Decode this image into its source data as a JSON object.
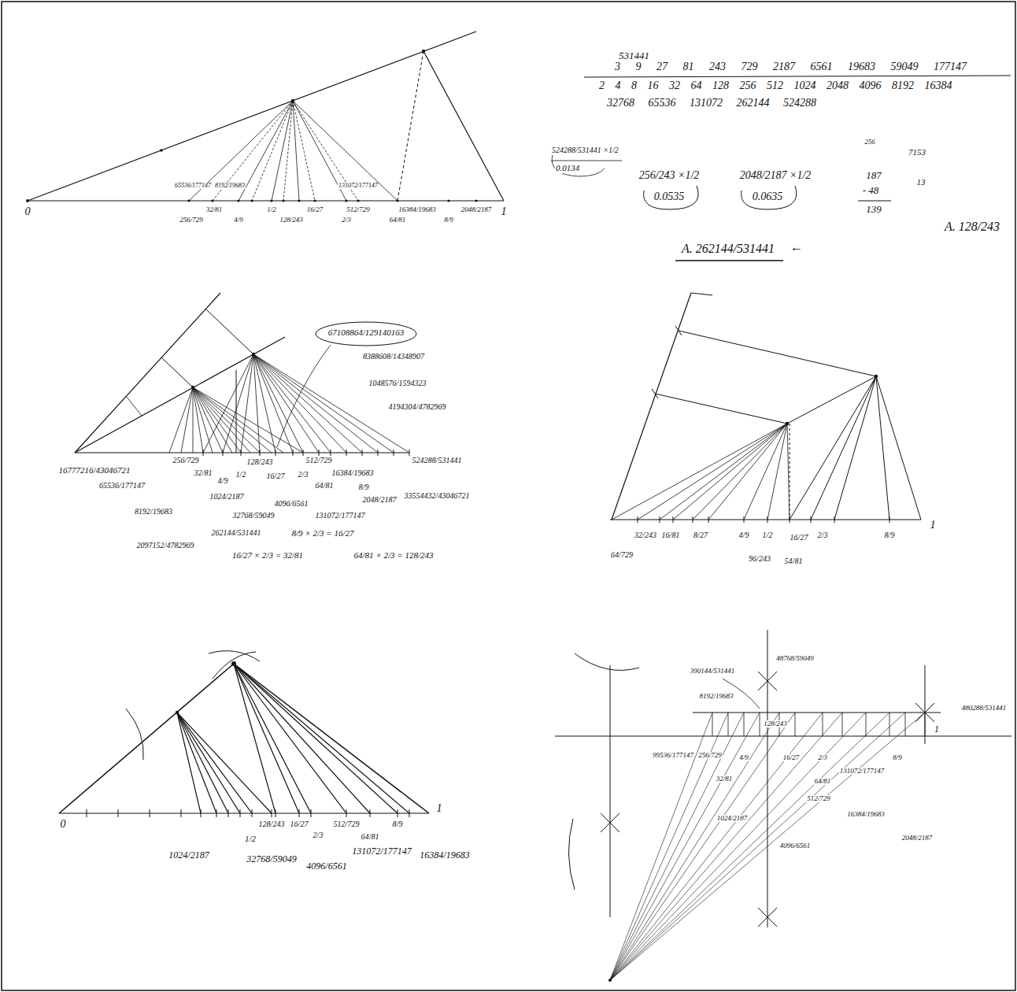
{
  "diagram": {
    "labels": [
      "0",
      "1",
      "65536/177147",
      "8192/19683",
      "131072/177147",
      "256/729",
      "32/81",
      "4/9",
      "1/2",
      "128/243",
      "16/27",
      "2/3",
      "512/729",
      "64/81",
      "16384/19683",
      "8/9",
      "2048/2187",
      "531441",
      "3 9 27 81 243 729 2187 6561 19683 59049 177147",
      "2 4 8 16 32 64 128 256 512 1024 2048 4096 8192 16384",
      "32768 65536 131072 262144 524288",
      "524288/531441 ×1/2",
      "0.0134",
      "256/243 ×1/2",
      "0.0535",
      "2048/2187 ×1/2",
      "0.0635",
      "256",
      "7153",
      "187",
      "- 48",
      "139",
      "13",
      "A. 128/243",
      "←",
      "A. 262144/531441",
      "16777216/43046721",
      "67108864/129140163",
      "8388608/14348907",
      "1048576/1594323",
      "4194304/4782969",
      "524288/531441",
      "33554432/43046721",
      "256/729",
      "32/81",
      "4/9",
      "1024/2187",
      "1/2",
      "128/243",
      "16/27",
      "2/3",
      "512/729",
      "64/81",
      "16384/19683",
      "8/9",
      "2048/2187",
      "65536/177147",
      "8192/19683",
      "2097152/4782969",
      "32768/59049",
      "4096/6561",
      "131072/177147",
      "262144/531441",
      "8/9 × 2/3 = 16/27",
      "16/27 × 2/3 = 32/81",
      "64/81 × 2/3 = 128/243",
      "64/729",
      "32/243",
      "16/81",
      "8/27",
      "4/9",
      "1/2",
      "96/243",
      "16/27",
      "54/81",
      "2/3",
      "8/9",
      "1",
      "0",
      "1",
      "1/2",
      "128/243",
      "16/27",
      "2/3",
      "512/729",
      "64/81",
      "8/9",
      "1024/2187",
      "32768/59049",
      "4096/6561",
      "131072/177147",
      "16384/19683",
      "390144/531441",
      "48768/59049",
      "8192/19683",
      "128/243",
      "99536/177147",
      "256/729",
      "4/9",
      "32/81",
      "1024/2187",
      "16/27",
      "2/3",
      "64/81",
      "512/729",
      "4096/6561",
      "131072/177147",
      "8/9",
      "16384/19683",
      "2048/2187",
      "480288/531441",
      "1"
    ]
  }
}
